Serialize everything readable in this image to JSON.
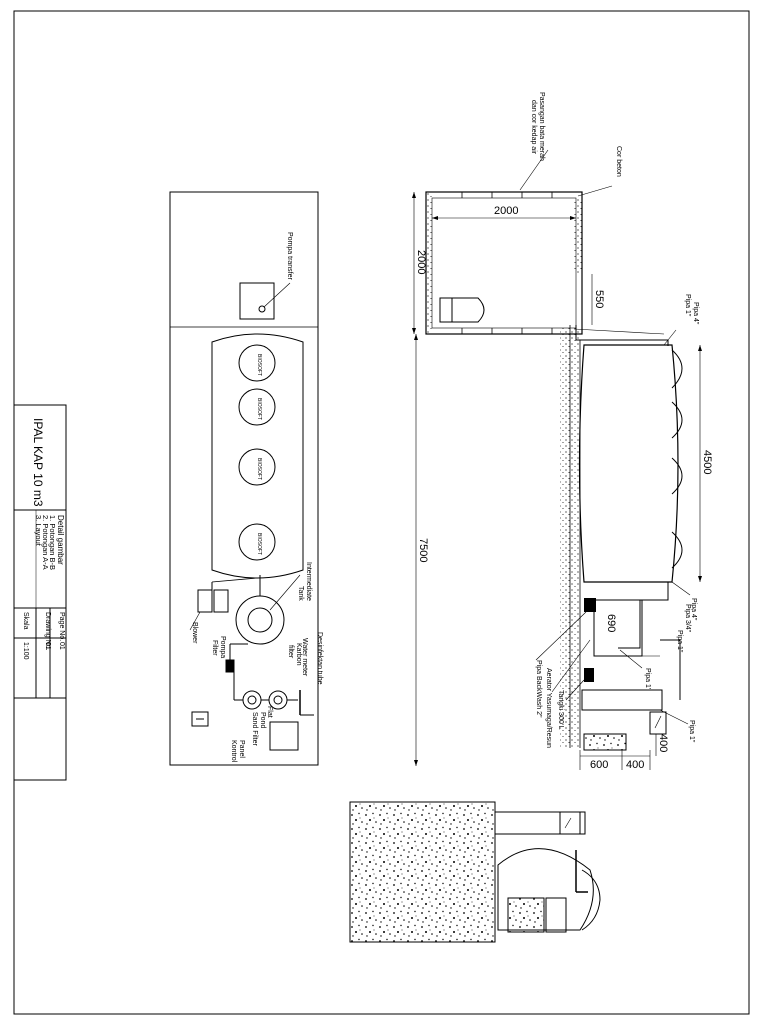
{
  "title_block": {
    "project": "IPAL KAP 10 m3",
    "detail_heading": "Detail gambar",
    "detail_items": [
      "1. Potongan B-B",
      "2. Potongan A-A",
      "3. Layout"
    ],
    "page_label": "Page No.",
    "page_value": "01",
    "drawing_label": "Drawing No.",
    "drawing_value": "01",
    "scale_label": "Skala",
    "scale_value": "1:100"
  },
  "layout_plan": {
    "pump_label": "Pompa transfer",
    "biosoft_labels": [
      "BIOSOFT",
      "BIOSOFT",
      "BIOSOFT",
      "BIOSOFT"
    ],
    "intermediate_label": [
      "Intermediate",
      "Tank"
    ],
    "blower_label": "Blower",
    "pompa_filter_label": [
      "Pompa",
      "Filter"
    ],
    "karbon_label": [
      "Karbon",
      "filter"
    ],
    "water_meter_label": "Water meter",
    "desinfektan_label": "Desinfektan tube",
    "sand_filter_label": "Sand Filter",
    "pond_label": "Pond",
    "flat_label": "Flat",
    "panel_label": [
      "Panel",
      "Kontrol"
    ]
  },
  "section": {
    "dim_2000_top": "2000",
    "dim_2000_side": "2000",
    "dim_550": "550",
    "dim_4500": "4500",
    "dim_7500": "7500",
    "dim_690": "690",
    "dim_400_v": "400",
    "dim_600": "600",
    "dim_400_h": "400",
    "pasangan_label": [
      "Pasangan bata merah",
      "dan cor kedap air"
    ],
    "cor_beton_label": "Cor beton",
    "pipa_1_label": "Pipa 1\"",
    "pipa_4_top_label": "Pipa 4\"",
    "pipa_4_bottom_label": "Pipa 4\"",
    "pipa_34_label": "Pipa 3/4\"",
    "pipa_1_mid_label": "Pipa 1\"",
    "pipa_1_low_label": "Pipa 1\"",
    "pipa_1_bottom_label": "Pipa 1\"",
    "tangki_label": "Tangki 300 L",
    "aerator_label": "Aerator Yasumaga/Resun",
    "backwash_label": "Pipa BackWash 2\""
  }
}
